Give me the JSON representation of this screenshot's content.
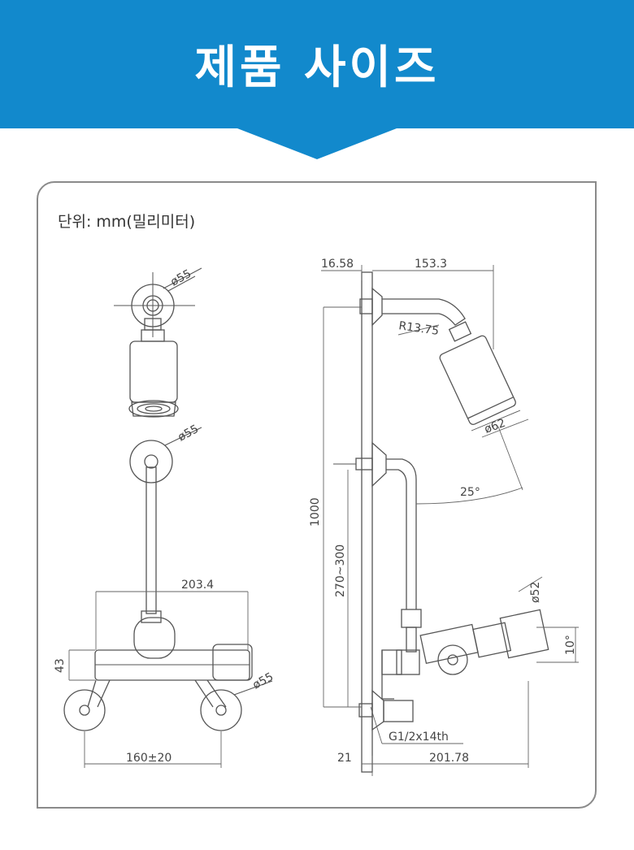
{
  "header": {
    "title": "제품 사이즈",
    "color": "#1289CC"
  },
  "unit_label": "단위: mm(밀리미터)",
  "front_view": {
    "dims": {
      "head_flange_dia": "ø55",
      "arm_flange_dia": "ø55",
      "body_width": "203.4",
      "body_height": "43",
      "leg_flange_dia": "ø55",
      "leg_spacing": "160±20"
    }
  },
  "side_view": {
    "dims": {
      "wall_offset": "16.58",
      "arm_length": "153.3",
      "bend_radius": "R13.75",
      "head_dia": "ø62",
      "head_angle": "25°",
      "total_height": "1000",
      "height_range": "270~300",
      "handle_dia": "ø52",
      "handle_angle": "10°",
      "thread": "G1/2x14th",
      "bottom_offset": "21",
      "depth": "201.78"
    }
  }
}
